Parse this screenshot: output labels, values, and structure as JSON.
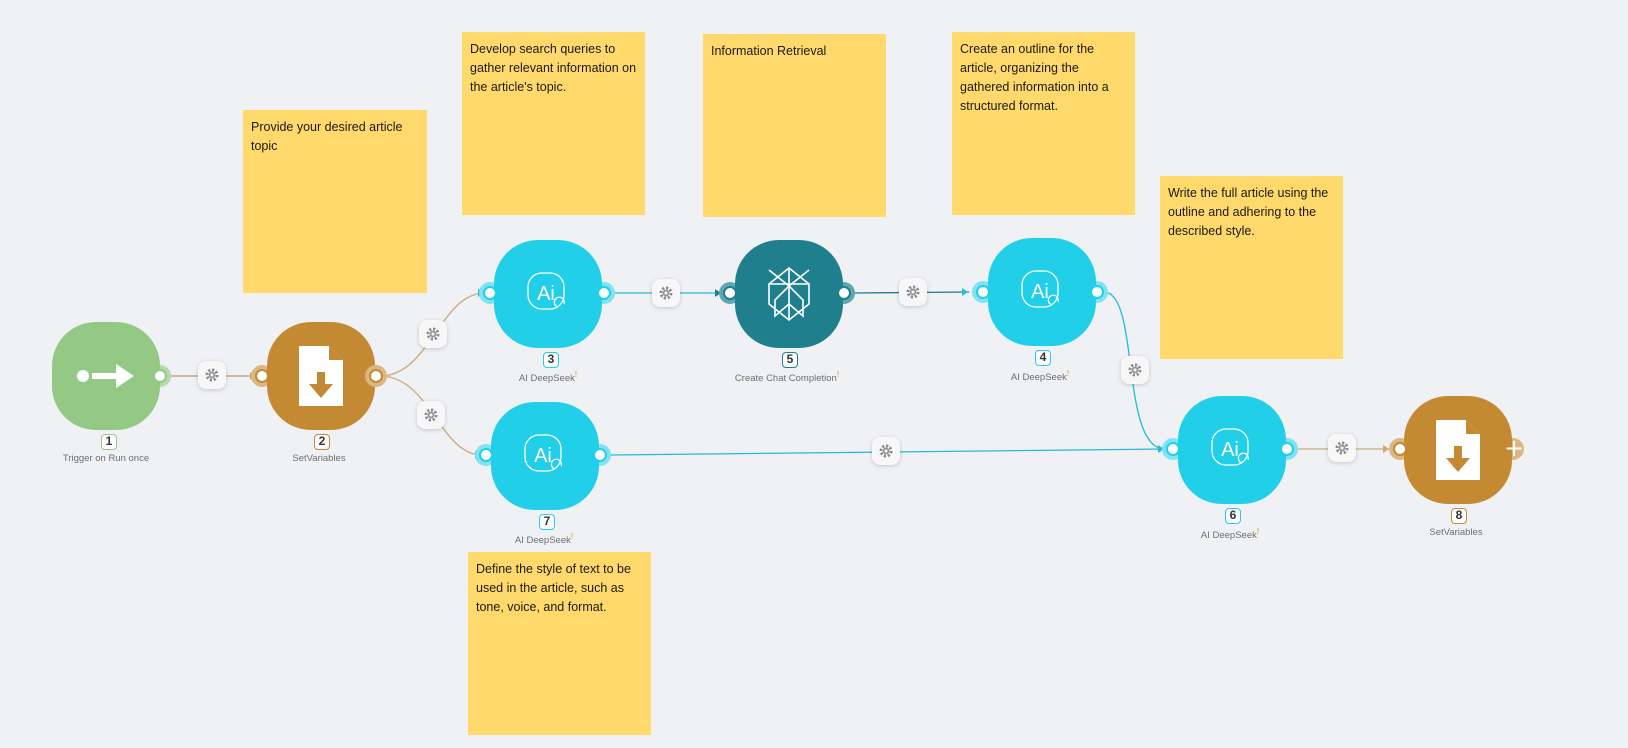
{
  "notes": {
    "topic": "Provide your desired article topic",
    "queries": "Develop search queries to gather relevant information on the article's topic.",
    "retrieval": "Information Retrieval",
    "outline": "Create an outline for the article, organizing the gathered information into a structured format.",
    "write": "Write the full article using the outline and adhering to the described style.",
    "style": "Define the style of text to be used in the article, such as tone, voice, and format."
  },
  "modules": {
    "m1": {
      "number": "1",
      "label": "Trigger on Run once",
      "icon": "arrow-right-icon",
      "color": "#93c985"
    },
    "m2": {
      "number": "2",
      "label": "SetVariables",
      "icon": "file-download-icon",
      "color": "#c48a33"
    },
    "m3": {
      "number": "3",
      "label": "AI DeepSeek",
      "icon": "ai-icon",
      "color": "#22cfe8"
    },
    "m5": {
      "number": "5",
      "label": "Create Chat Completion",
      "icon": "perplexity-icon",
      "color": "#1f7f8c"
    },
    "m4": {
      "number": "4",
      "label": "AI DeepSeek",
      "icon": "ai-icon",
      "color": "#22cfe8"
    },
    "m7": {
      "number": "7",
      "label": "AI DeepSeek",
      "icon": "ai-icon",
      "color": "#22cfe8"
    },
    "m6": {
      "number": "6",
      "label": "AI DeepSeek",
      "icon": "ai-icon",
      "color": "#22cfe8"
    },
    "m8": {
      "number": "8",
      "label": "SetVariables",
      "icon": "file-download-icon",
      "color": "#c48a33"
    }
  },
  "warning_mark": "!",
  "add_symbol": "+"
}
